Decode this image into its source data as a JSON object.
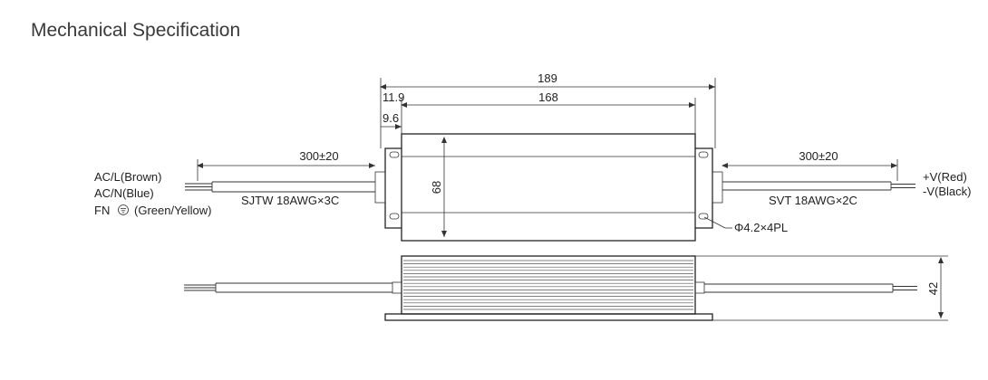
{
  "title": "Mechanical Specification",
  "dimensions": {
    "overall_length": "189",
    "case_length": "168",
    "flange_offset_outer": "11.9",
    "flange_offset_inner": "9.6",
    "cable_left": "300±20",
    "cable_right": "300±20",
    "width": "68",
    "height": "42",
    "mounting_hole": "Φ4.2×4PL"
  },
  "labels": {
    "ac_l": "AC/L(Brown)",
    "ac_n": "AC/N(Blue)",
    "fg_prefix": "FN",
    "fg_color": "(Green/Yellow)",
    "input_cable": "SJTW 18AWG×3C",
    "output_cable": "SVT 18AWG×2C",
    "v_pos": "+V(Red)",
    "v_neg": "-V(Black)"
  },
  "icons": {
    "ground": "ground-symbol-icon"
  }
}
